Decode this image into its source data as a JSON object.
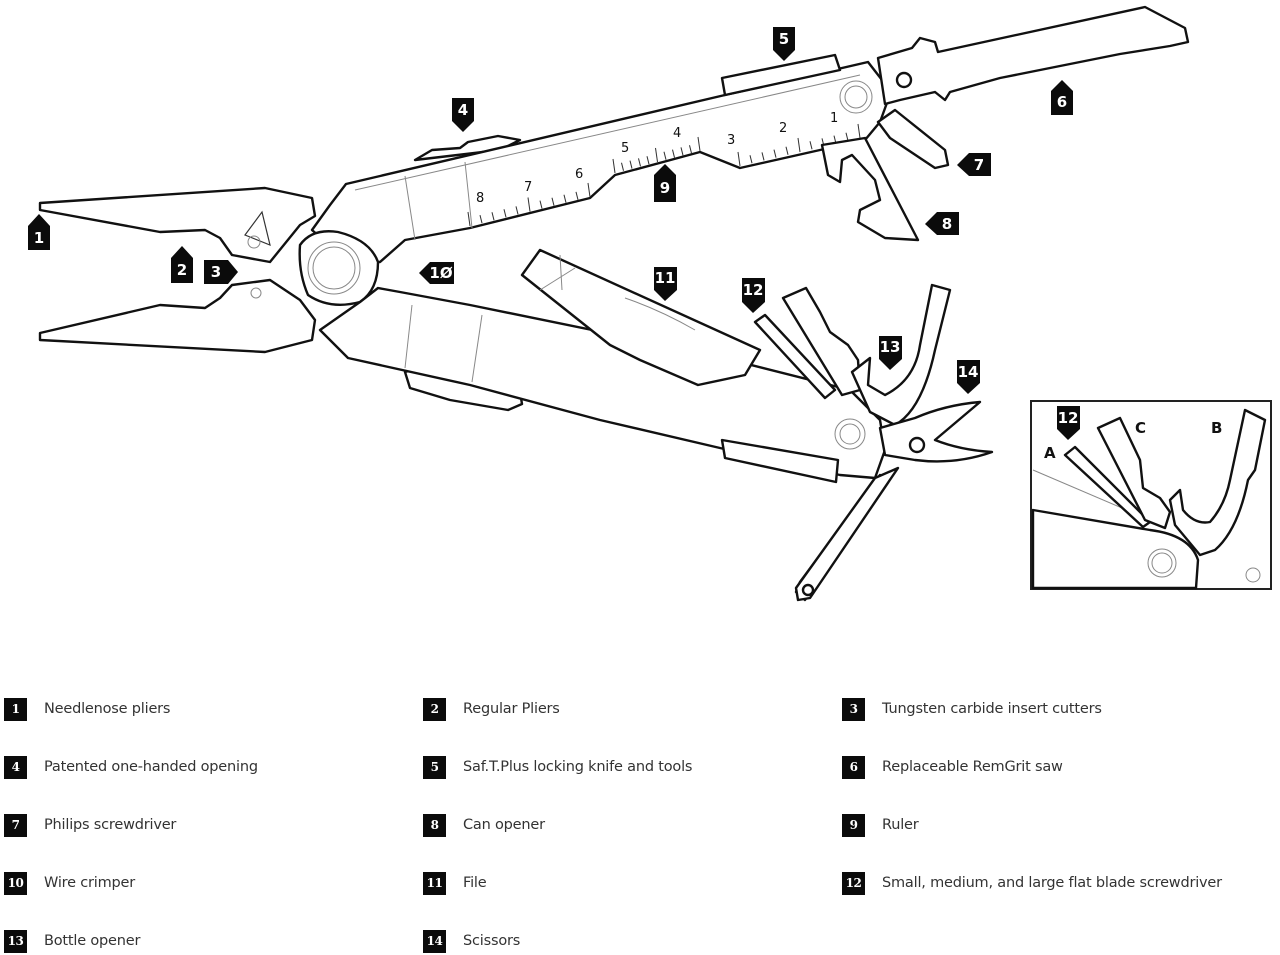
{
  "diagram": {
    "subject": "multi-tool",
    "callouts": [
      {
        "n": "1"
      },
      {
        "n": "2"
      },
      {
        "n": "3"
      },
      {
        "n": "4"
      },
      {
        "n": "5"
      },
      {
        "n": "6"
      },
      {
        "n": "7"
      },
      {
        "n": "8"
      },
      {
        "n": "9"
      },
      {
        "n": "1Ø"
      },
      {
        "n": "11"
      },
      {
        "n": "12"
      },
      {
        "n": "13"
      },
      {
        "n": "14"
      }
    ],
    "ruler_marks": [
      "1",
      "2",
      "3",
      "4",
      "5",
      "6",
      "7",
      "8"
    ],
    "inset": {
      "callout": "12",
      "letters": {
        "a": "A",
        "b": "B",
        "c": "C"
      }
    }
  },
  "legend": {
    "items": [
      {
        "number": "1",
        "label": "Needlenose pliers"
      },
      {
        "number": "2",
        "label": "Regular Pliers"
      },
      {
        "number": "3",
        "label": "Tungsten carbide insert cutters"
      },
      {
        "number": "4",
        "label": "Patented one-handed opening"
      },
      {
        "number": "5",
        "label": "Saf.T.Plus locking knife and tools"
      },
      {
        "number": "6",
        "label": "Replaceable RemGrit saw"
      },
      {
        "number": "7",
        "label": "Philips screwdriver"
      },
      {
        "number": "8",
        "label": "Can opener"
      },
      {
        "number": "9",
        "label": "Ruler"
      },
      {
        "number": "10",
        "label": "Wire crimper"
      },
      {
        "number": "11",
        "label": "File"
      },
      {
        "number": "12",
        "label": "Small, medium, and large flat blade screwdriver"
      },
      {
        "number": "13",
        "label": "Bottle opener"
      },
      {
        "number": "14",
        "label": "Scissors"
      }
    ]
  }
}
